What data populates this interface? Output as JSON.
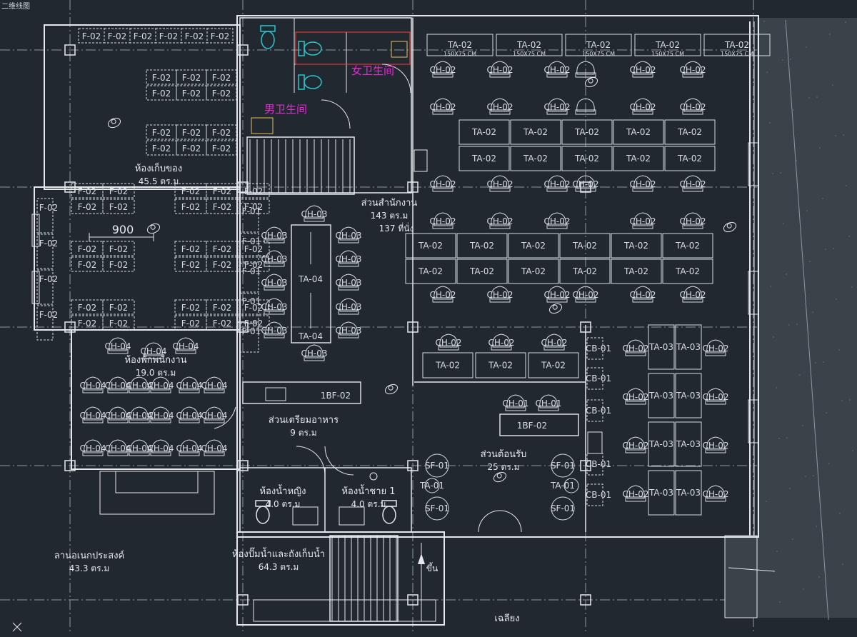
{
  "view_label": "二维线图",
  "colors": {
    "background": "#212830",
    "wall": "#e6e9ec",
    "furniture": "#d8dde2",
    "grid": "#8e979f",
    "accent": "#e82ad6",
    "door": "#ff3a3a",
    "fixture": "#29c7cf",
    "hatch": "#3a424a"
  },
  "rooms": {
    "storage": {
      "name": "ห้องเก็บของ",
      "area": "45.5 ตร.ม"
    },
    "office": {
      "name": "ส่วนสำนักงาน",
      "area": "143 ตร.ม",
      "seats": "137 ที่นั่ง"
    },
    "meeting": {
      "name": "ห้องพักพนักงาน",
      "area": "19.0 ตร.ม"
    },
    "pantry": {
      "name": "ส่วนเตรียมอาหาร",
      "area": "9 ตร.ม"
    },
    "reception": {
      "name": "ส่วนต้อนรับ",
      "area": "25 ตร.ม"
    },
    "wc_female": {
      "name": "ห้องน้ำหญิง",
      "area": "4.0 ตร.ม"
    },
    "wc_male": {
      "name": "ห้องน้ำชาย 1",
      "area": "4.0 ตร.ม"
    },
    "pump": {
      "name": "ห้องปั๊มน้ำและถังเก็บน้ำ",
      "area": "64.3 ตร.ม"
    },
    "multipurpose": {
      "name": "ลานอเนกประสงค์",
      "area": "43.3 ตร.ม"
    },
    "terrace": {
      "name": "เฉลียง",
      "area": ""
    },
    "toilet_women_cn": {
      "name": "女卫生间"
    },
    "toilet_men_cn": {
      "name": "男卫生间"
    }
  },
  "labels": {
    "shelf": "F-02",
    "chair_office": "CH-02",
    "desk": "TA-02",
    "desk_size": "150X75 CM",
    "chair_meeting": "CH-03",
    "table_meeting": "TA-04",
    "chair_lounge": "CH-04",
    "chair_pantry": "CH-01",
    "bar": "1BF-02",
    "sofa": "SF-01",
    "side_table": "TA-01",
    "cabinet": "CB-01",
    "desk_b": "TA-03",
    "filing": "F-01",
    "dimension": "900",
    "stair_up": "ขึ้น"
  }
}
